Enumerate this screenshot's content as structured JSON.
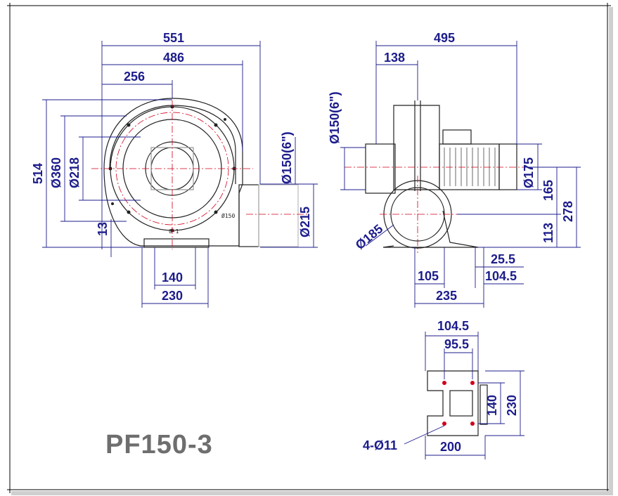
{
  "model": "PF150-3",
  "dims": {
    "d551": "551",
    "d486": "486",
    "d256": "256",
    "d514": "514",
    "d360": "Ø360",
    "d218": "Ø218",
    "d13": "13",
    "d150a": "Ø150(6\")",
    "d215": "Ø215",
    "d140a": "140",
    "d230a": "230",
    "d495": "495",
    "d138": "138",
    "d150b": "Ø150(6\")",
    "d175": "Ø175",
    "d165": "165",
    "d278": "278",
    "d113": "113",
    "d185": "Ø185",
    "d25_5": "25.5",
    "d105": "105",
    "d104_5a": "104.5",
    "d235": "235",
    "d104_5b": "104.5",
    "d95_5": "95.5",
    "d140b": "140",
    "d230b": "230",
    "d200": "200",
    "holes": "4-Ø11"
  },
  "labels": {
    "outlet": "Ø150",
    "mark": "0-1"
  },
  "colors": {
    "dim": "#1c1c8c",
    "line": "#222222",
    "center": "#d0021b",
    "model": "#6e6e6e"
  }
}
